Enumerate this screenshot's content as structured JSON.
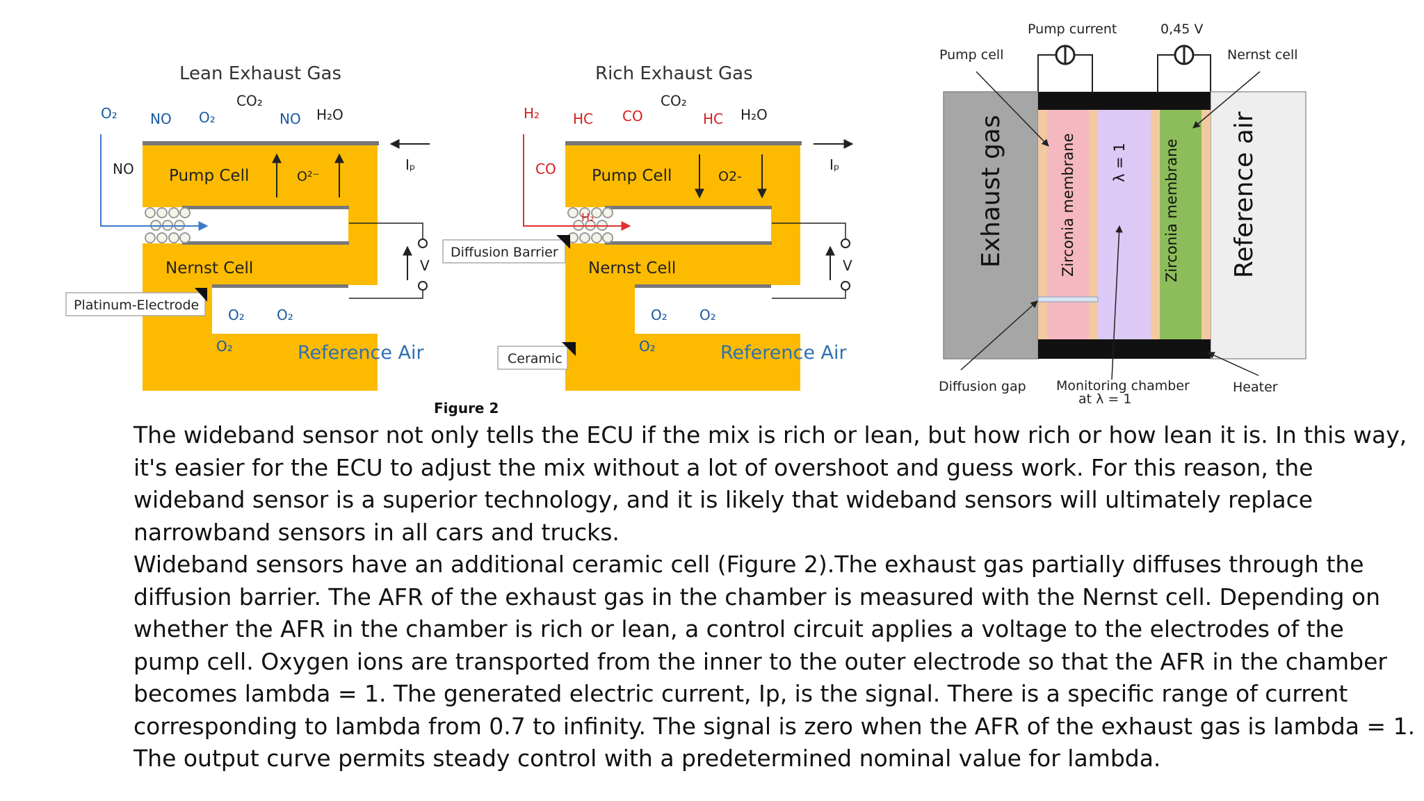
{
  "figure": {
    "caption": "Figure 2",
    "lean": {
      "title": "Lean Exhaust Gas",
      "gases": {
        "o2_a": "O₂",
        "no_a": "NO",
        "o2_b": "O₂",
        "co2": "CO₂",
        "no_b": "NO",
        "h2o": "H₂O",
        "no_side": "NO"
      },
      "pump_cell": "Pump Cell",
      "ion": "O²⁻",
      "current": "Iₚ",
      "voltage": "V",
      "nernst_cell": "Nernst Cell",
      "ref_gases": {
        "o2_1": "O₂",
        "o2_2": "O₂",
        "o2_3": "O₂"
      },
      "reference_air": "Reference Air",
      "callout_electrode": "Platinum-Electrode"
    },
    "rich": {
      "title": "Rich Exhaust Gas",
      "gases": {
        "h2": "H₂",
        "hc_a": "HC",
        "co_a": "CO",
        "co2": "CO₂",
        "hc_b": "HC",
        "h2o": "H₂O",
        "co_side": "CO",
        "h2_small": "H₂"
      },
      "pump_cell": "Pump Cell",
      "ion": "O2-",
      "current": "Iₚ",
      "voltage": "V",
      "nernst_cell": "Nernst Cell",
      "ref_gases": {
        "o2_1": "O₂",
        "o2_2": "O₂",
        "o2_3": "O₂"
      },
      "reference_air": "Reference Air",
      "callout_barrier": "Diffusion Barrier",
      "callout_ceramic": "Ceramic"
    },
    "schematic": {
      "pump_current": "Pump current",
      "voltage_045": "0,45 V",
      "pump_cell": "Pump cell",
      "nernst_cell": "Nernst cell",
      "exhaust_gas": "Exhaust gas",
      "zirconia_left": "Zirconia membrane",
      "lambda_one": "λ = 1",
      "zirconia_right": "Zirconia membrane",
      "reference_air": "Reference air",
      "diffusion_gap": "Diffusion gap",
      "monitoring_chamber_1": "Monitoring chamber",
      "monitoring_chamber_2": "at λ = 1",
      "heater": "Heater"
    }
  },
  "colors": {
    "ceramic": "#fcbb01",
    "zirconia_pink": "#f5b8c0",
    "chamber_lilac": "#dcc9f5",
    "nernst_green": "#8dbd5a",
    "exhaust_grey": "#a6a6a6",
    "ref_air_grey": "#eeeeee",
    "text_blue": "#1a5aa0",
    "text_red": "#d42020"
  },
  "body": {
    "paragraph_lines": [
      "The wideband sensor not only tells the ECU if the mix is rich or lean, but how rich or how lean it is. In this way,",
      "it's easier for the ECU to adjust the mix without a lot of overshoot and guess work. For this reason, the",
      "wideband sensor is a superior technology, and it is likely that wideband sensors will ultimately replace",
      "narrowband sensors in all cars and trucks.",
      "Wideband sensors have an additional ceramic cell (Figure 2).The exhaust gas partially diffuses through the",
      "diffusion barrier. The AFR of the exhaust gas in the chamber is measured with the Nernst cell. Depending on",
      "whether the AFR in the chamber is rich or lean, a control circuit applies a voltage to the electrodes of the",
      "pump cell. Oxygen ions are transported from the inner to the outer electrode so that the AFR in the chamber",
      "becomes lambda = 1. The generated electric current, Ip, is the signal. There is a specific range of current",
      "corresponding to lambda from 0.7 to infinity. The signal is zero when the AFR of the exhaust gas is lambda = 1.",
      "The output curve permits steady control with a predetermined nominal value for lambda."
    ]
  }
}
